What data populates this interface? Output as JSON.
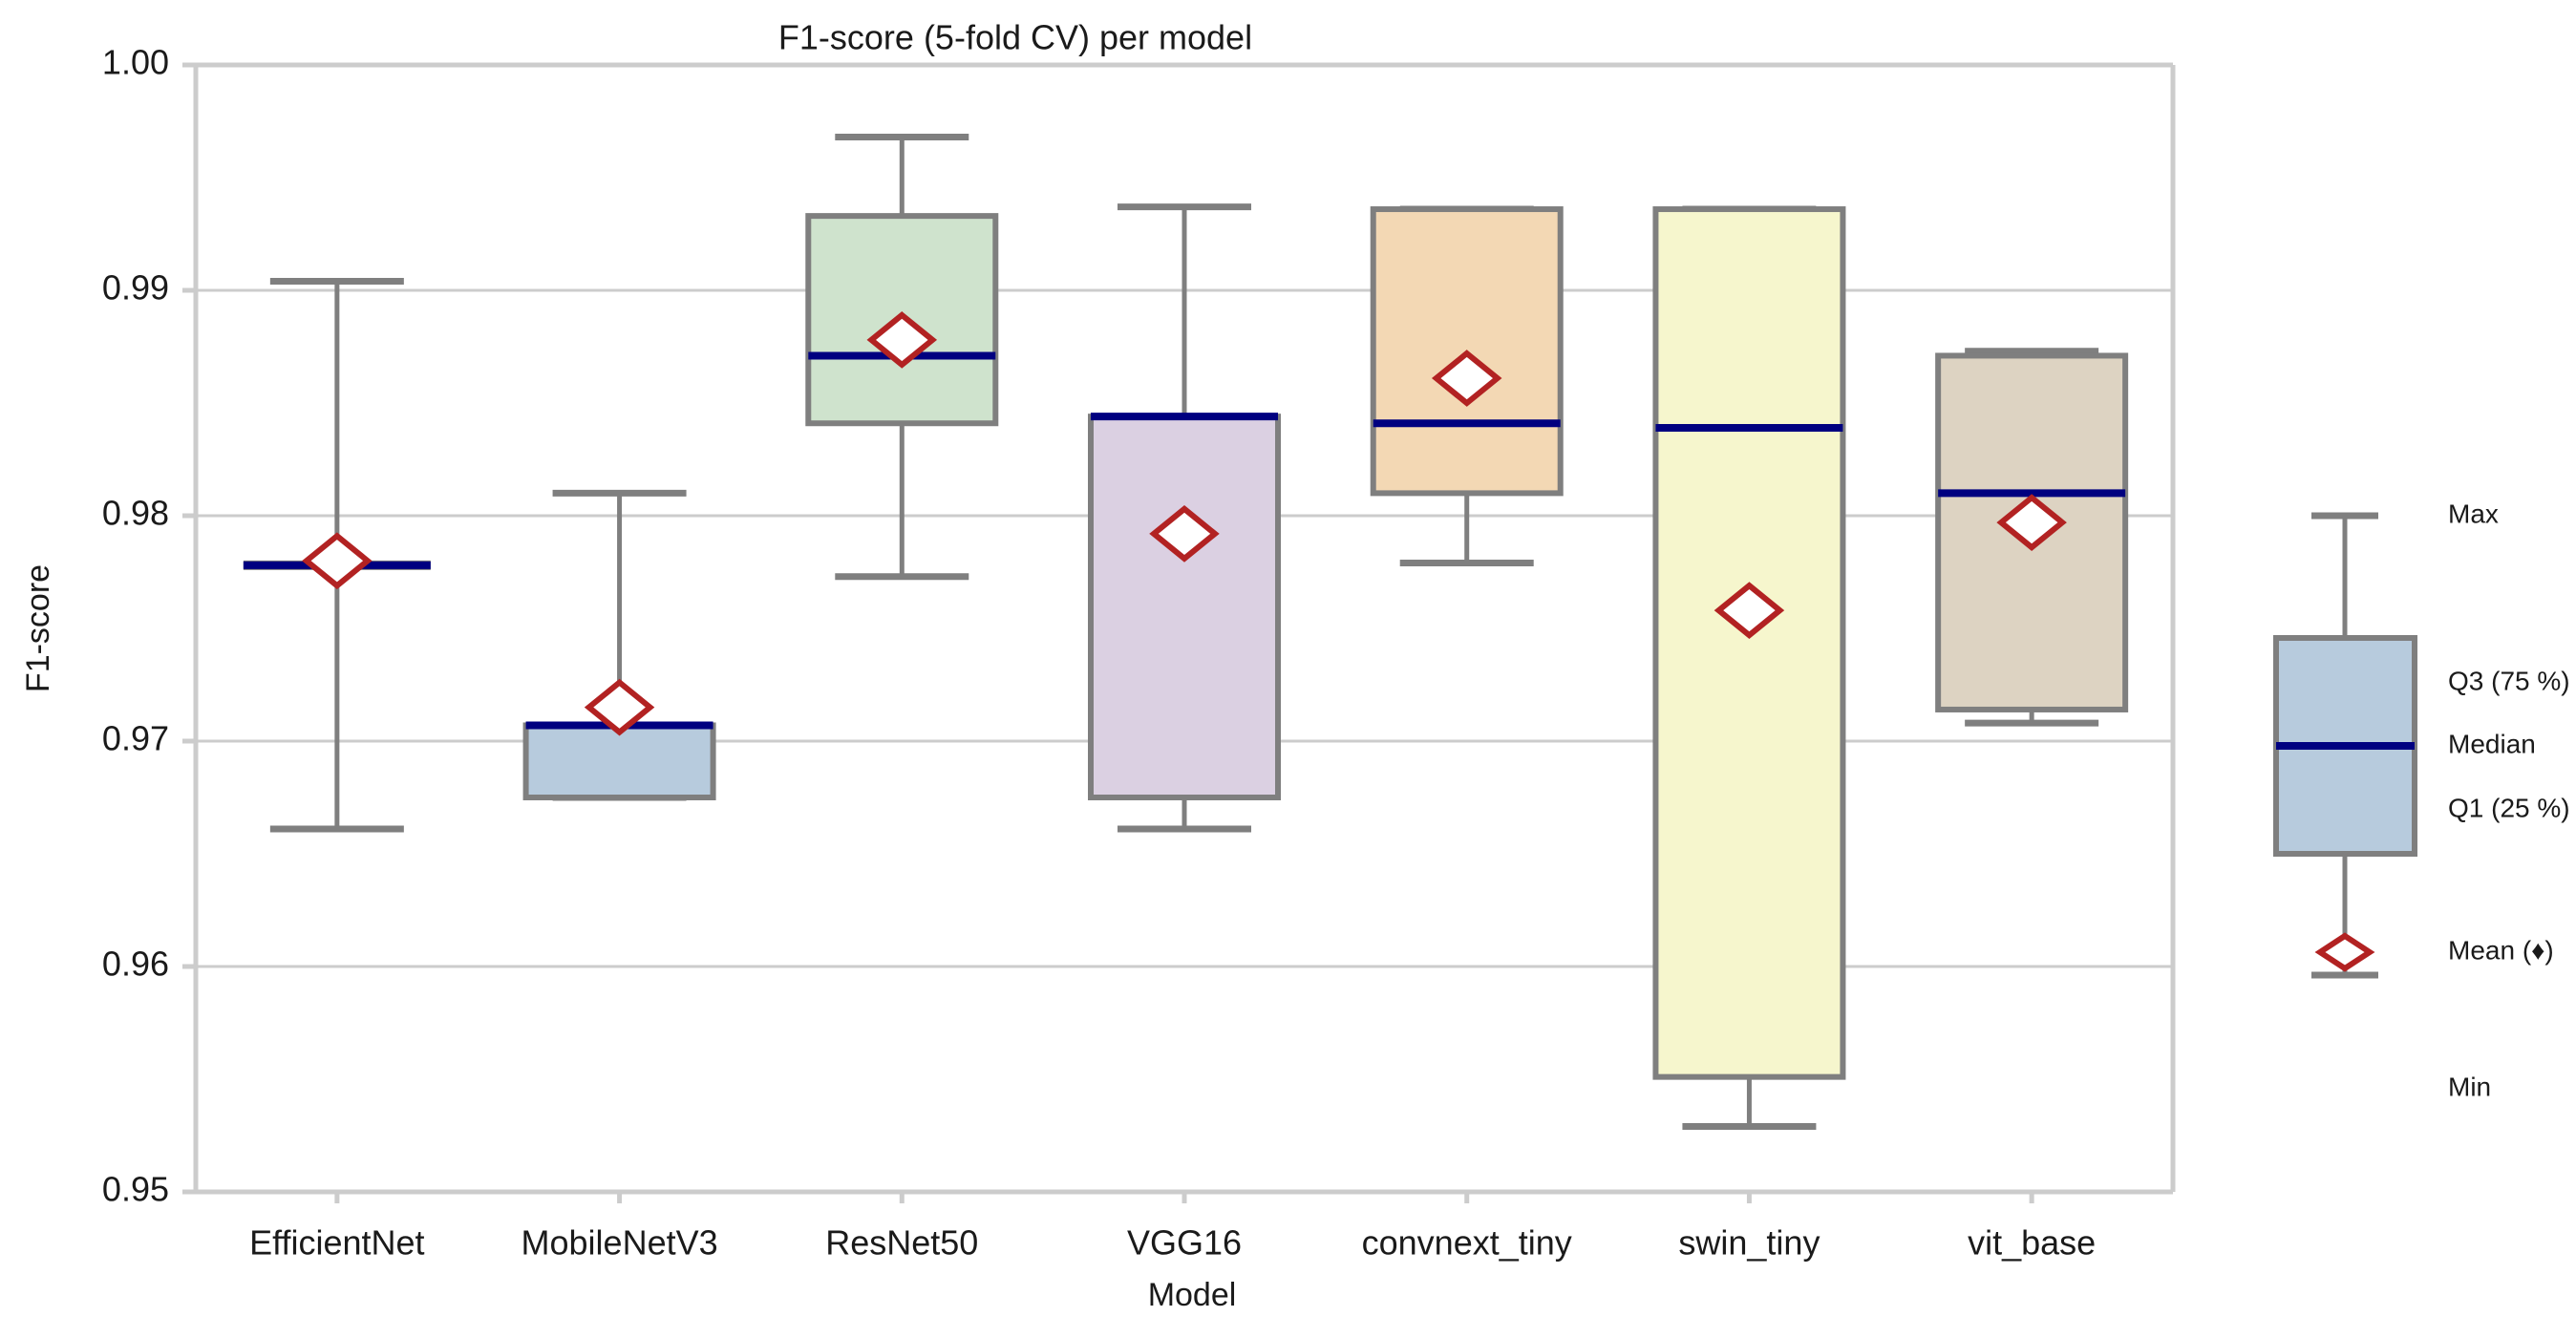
{
  "chart_data": {
    "type": "box",
    "title": "F1-score (5-fold CV) per model",
    "xlabel": "Model",
    "ylabel": "F1-score",
    "ylim": [
      0.95,
      1.0
    ],
    "yticks": [
      "1.00",
      "0.99",
      "0.98",
      "0.97",
      "0.96",
      "0.95"
    ],
    "ytick_values": [
      1.0,
      0.99,
      0.98,
      0.97,
      0.96,
      0.95
    ],
    "grid": true,
    "legend_position": "right-outside",
    "categories": [
      "EfficientNet",
      "MobileNetV3",
      "ResNet50",
      "VGG16",
      "convnext_tiny",
      "swin_tiny",
      "vit_base"
    ],
    "boxes": [
      {
        "label": "EfficientNet",
        "min": 0.9661,
        "q1": 0.9778,
        "median": 0.9778,
        "q3": 0.9778,
        "max": 0.9904,
        "mean": 0.978,
        "color": "#b7cbdd"
      },
      {
        "label": "MobileNetV3",
        "min": 0.9675,
        "q1": 0.9675,
        "median": 0.9707,
        "q3": 0.9707,
        "max": 0.981,
        "mean": 0.9715,
        "color": "#b7cbdd"
      },
      {
        "label": "ResNet50",
        "min": 0.9773,
        "q1": 0.9841,
        "median": 0.9871,
        "q3": 0.9933,
        "max": 0.9968,
        "mean": 0.9878,
        "color": "#cfe3cd"
      },
      {
        "label": "VGG16",
        "min": 0.9661,
        "q1": 0.9675,
        "median": 0.9844,
        "q3": 0.9844,
        "max": 0.9937,
        "mean": 0.9792,
        "color": "#dbd0e2"
      },
      {
        "label": "convnext_tiny",
        "min": 0.9779,
        "q1": 0.981,
        "median": 0.9841,
        "q3": 0.9936,
        "max": 0.9936,
        "mean": 0.9861,
        "color": "#f3d8b4"
      },
      {
        "label": "swin_tiny",
        "min": 0.9529,
        "q1": 0.9551,
        "median": 0.9839,
        "q3": 0.9936,
        "max": 0.9936,
        "mean": 0.9758,
        "color": "#f6f6cd"
      },
      {
        "label": "vit_base",
        "min": 0.9708,
        "q1": 0.9714,
        "median": 0.981,
        "q3": 0.9871,
        "max": 0.9873,
        "mean": 0.9797,
        "color": "#ddd3c2"
      }
    ]
  },
  "legend": {
    "max_label": "Max",
    "q3_label": "Q3 (75 %)",
    "median_label": "Median",
    "q1_label": "Q1 (25 %)",
    "mean_label": "Mean (♦)",
    "min_label": "Min"
  },
  "colors": {
    "median": "#000080",
    "mean_edge": "#b22222",
    "box_edge": "#7f7f7f",
    "whisker": "#7f7f7f",
    "grid": "#cccccc",
    "legend_box_fill": "#b7cbdd",
    "text": "#1a1a1a"
  }
}
